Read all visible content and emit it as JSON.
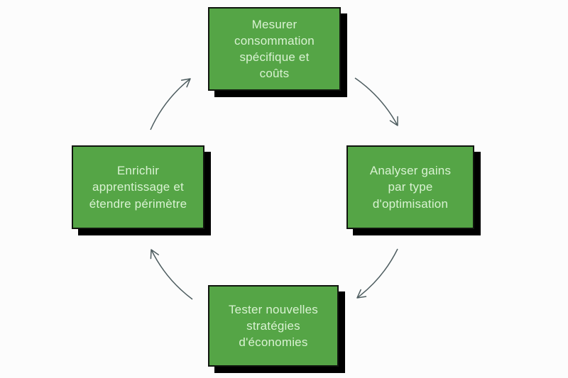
{
  "diagram": {
    "type": "cycle",
    "direction": "clockwise",
    "background": "#fcfcfc",
    "box_style": {
      "fill": "#55a546",
      "border": "#10150e",
      "text_color": "#d9f2d2",
      "shadow": "#000000"
    },
    "arrow_color": "#4e5d60",
    "boxes": [
      {
        "position": "top",
        "label": "Mesurer\nconsommation\nspécifique et\ncoûts"
      },
      {
        "position": "right",
        "label": "Analyser gains\npar type\nd'optimisation"
      },
      {
        "position": "bottom",
        "label": "Tester nouvelles\nstratégies\nd'économies"
      },
      {
        "position": "left",
        "label": "Enrichir\napprentissage et\nétendre périmètre"
      }
    ],
    "arrows": [
      {
        "from": "left",
        "to": "top"
      },
      {
        "from": "top",
        "to": "right"
      },
      {
        "from": "right",
        "to": "bottom"
      },
      {
        "from": "bottom",
        "to": "left"
      }
    ]
  }
}
